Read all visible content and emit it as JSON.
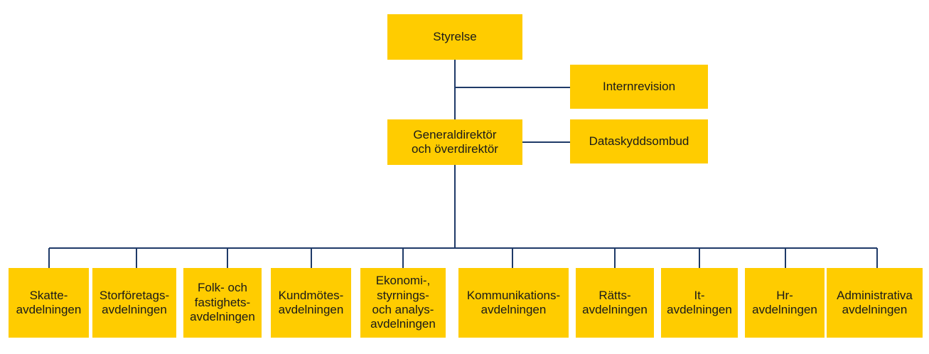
{
  "colors": {
    "box_fill": "#FFCC00",
    "connector": "#1F3A68",
    "text": "#1a1a1a"
  },
  "nodes": {
    "styrelse": "Styrelse",
    "internrevision": "Internrevision",
    "generaldirektor": "Generaldirektör\noch överdirektör",
    "dataskyddsombud": "Dataskyddsombud"
  },
  "departments": [
    "Skatte-\navdelningen",
    "Storföretags-\navdelningen",
    "Folk- och\nfastighets-\navdelningen",
    "Kundmötes-\navdelningen",
    "Ekonomi-,\nstyrnings-\noch analys-\navdelningen",
    "Kommunikations-\navdelningen",
    "Rätts-\navdelningen",
    "It-\navdelningen",
    "Hr-\navdelningen",
    "Administrativa\navdelningen"
  ]
}
